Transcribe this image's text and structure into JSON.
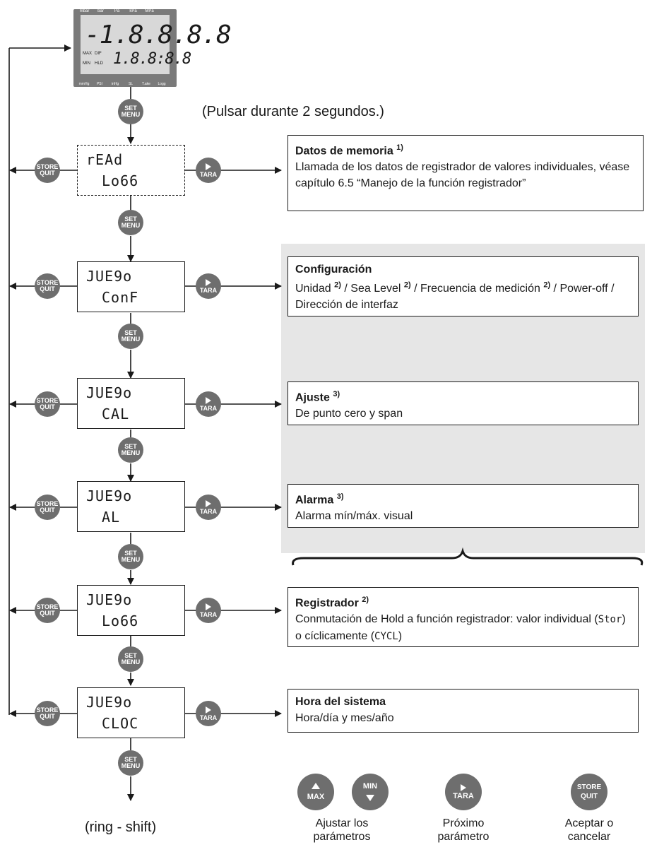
{
  "lcd": {
    "units_top": [
      "mbar",
      "bar",
      "Pa",
      "kPa",
      "MPa"
    ],
    "units_bottom": [
      "mmHg",
      "PSI",
      "inHg",
      "SL",
      "T.ake",
      "Logg"
    ],
    "main_digits": "-1.8.8.8.8",
    "sub_digits": "1.8.8:8.8",
    "labels": {
      "max": "MAX",
      "min": "MIN",
      "dif": "DIF",
      "hld": "HLD"
    }
  },
  "caption_press": "(Pulsar durante 2 segundos.)",
  "caption_end": "(ring - shift)",
  "buttons": {
    "set_top": "SET",
    "set_bottom": "MENU",
    "store_top": "STORE",
    "store_bottom": "QUIT",
    "tara": "TARA",
    "max": "MAX",
    "min": "MIN"
  },
  "menu_rows": [
    {
      "line1": "rEAd",
      "line2": "Lo66",
      "title": "Datos de memoria",
      "sup": "1)",
      "desc": "Llamada de los datos de registrador de valores individuales, véase capítulo 6.5 “Manejo de la función registrador”"
    },
    {
      "line1": "JUE9o",
      "line2": "ConF",
      "title": "Configuración",
      "desc_parts": [
        "Unidad ",
        "2)",
        " / Sea Level ",
        "2)",
        " / Frecuencia de medición ",
        "2)",
        " / Power-off / Dirección de interfaz"
      ]
    },
    {
      "line1": "JUE9o",
      "line2": "CAL",
      "title": "Ajuste",
      "sup": "3)",
      "desc": "De punto cero y span"
    },
    {
      "line1": "JUE9o",
      "line2": "AL",
      "title": "Alarma",
      "sup": "3)",
      "desc": "Alarma mín/máx. visual"
    },
    {
      "line1": "JUE9o",
      "line2": "Lo66",
      "title": "Registrador",
      "sup": "2)",
      "desc_parts": [
        "Conmutación de Hold a función registrador: valor individual (",
        "Stor",
        ") o cíclicamente (",
        "CYCL",
        ")"
      ]
    },
    {
      "line1": "JUE9o",
      "line2": "CLOC",
      "title": "Hora del sistema",
      "desc": "Hora/día y mes/año"
    }
  ],
  "legend": {
    "adjust": "Ajustar los parámetros",
    "next": "Próximo parámetro",
    "accept": "Aceptar o cancelar"
  }
}
